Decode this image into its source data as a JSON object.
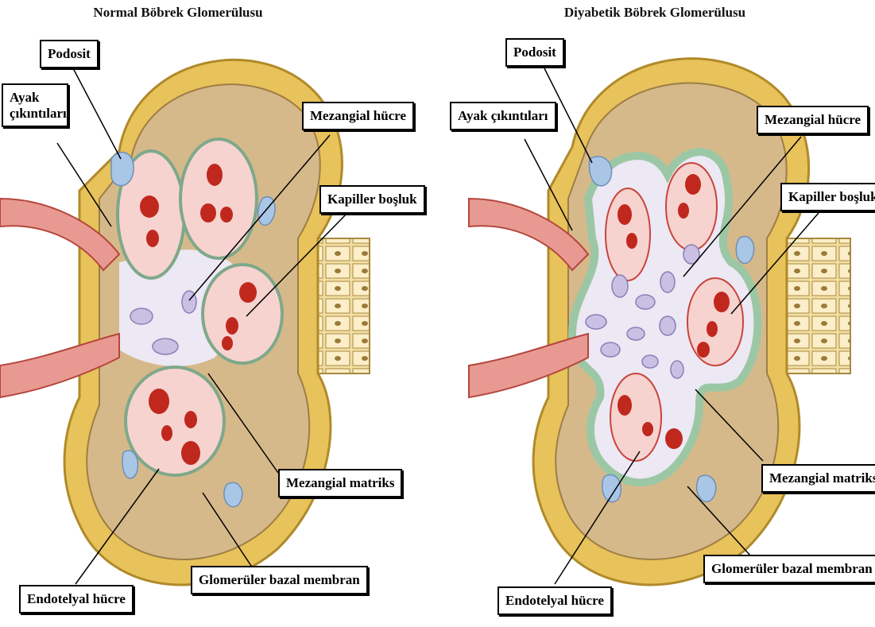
{
  "panels": {
    "normal": {
      "title": "Normal Böbrek Glomerülusu"
    },
    "diabetic": {
      "title": "Diyabetik Böbrek Glomerülusu"
    }
  },
  "labels": {
    "podosit": "Podosit",
    "ayak_cikintilari": "Ayak çıkıntıları",
    "mezangial_hucre": "Mezangial hücre",
    "kapiller_bosluk": "Kapiller boşluk",
    "mezangial_matriks": "Mezangial matriks",
    "glomeruler_bazal_membran": "Glomerüler bazal membran",
    "endotelyal_hucre": "Endotelyal hücre"
  },
  "colors": {
    "capsule": "#e8c25a",
    "capsule_edge": "#b08a2a",
    "urinary_space": "#d6b98a",
    "mesangium_matrix": "#ece8f4",
    "capillary": "#f6d3cf",
    "endothelium": "#c9443c",
    "rbc": "#c0281e",
    "podocyte": "#a9c6e6",
    "gbm_normal": "#7fa88a",
    "gbm_diabetic": "#9cc7a5",
    "mesangial_cell": "#c9c0e4"
  }
}
